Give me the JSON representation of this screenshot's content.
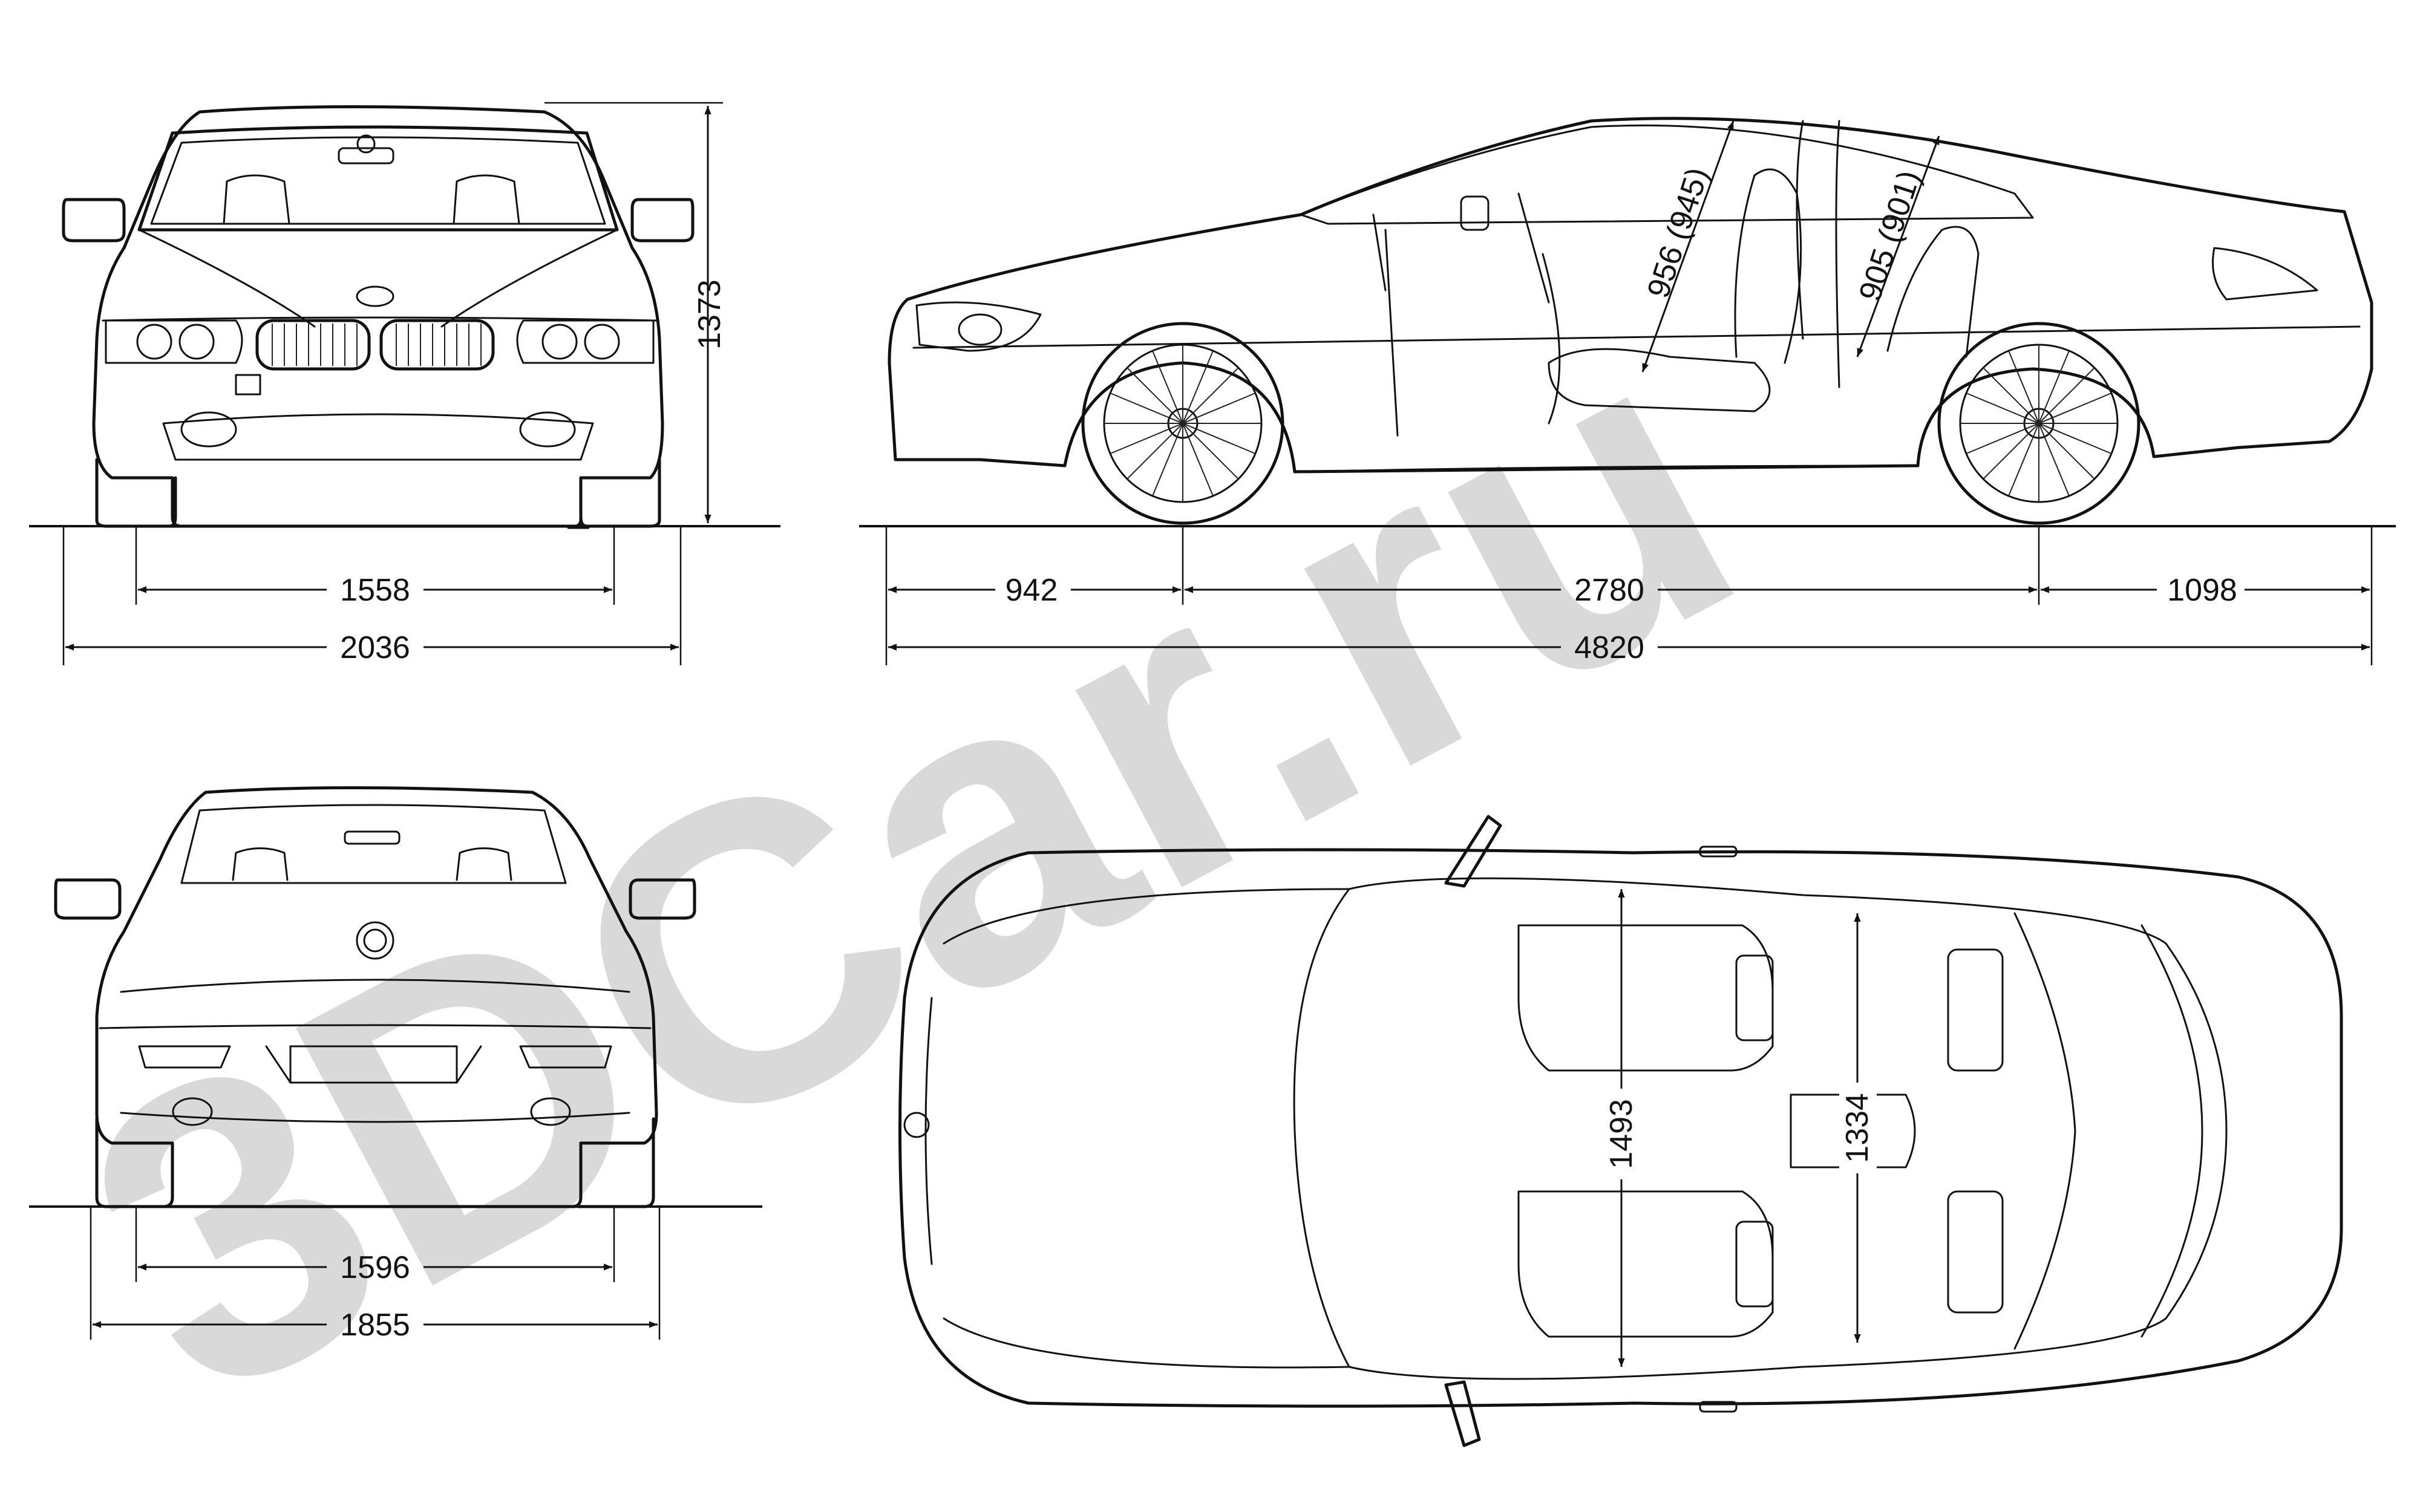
{
  "watermark": "3DCar.ru",
  "dimensions": {
    "front_height": "1373",
    "front_track": "1558",
    "front_width_mirrors": "2036",
    "front_overhang": "942",
    "wheelbase": "2780",
    "rear_overhang": "1098",
    "overall_length": "4820",
    "front_headroom": "956 (945)",
    "rear_headroom": "905 (901)",
    "rear_track": "1596",
    "body_width": "1855",
    "front_shoulder_width": "1493",
    "rear_shoulder_width": "1334"
  },
  "colors": {
    "line": "#111111",
    "watermark": "#d9d9d9",
    "background": "#ffffff"
  }
}
